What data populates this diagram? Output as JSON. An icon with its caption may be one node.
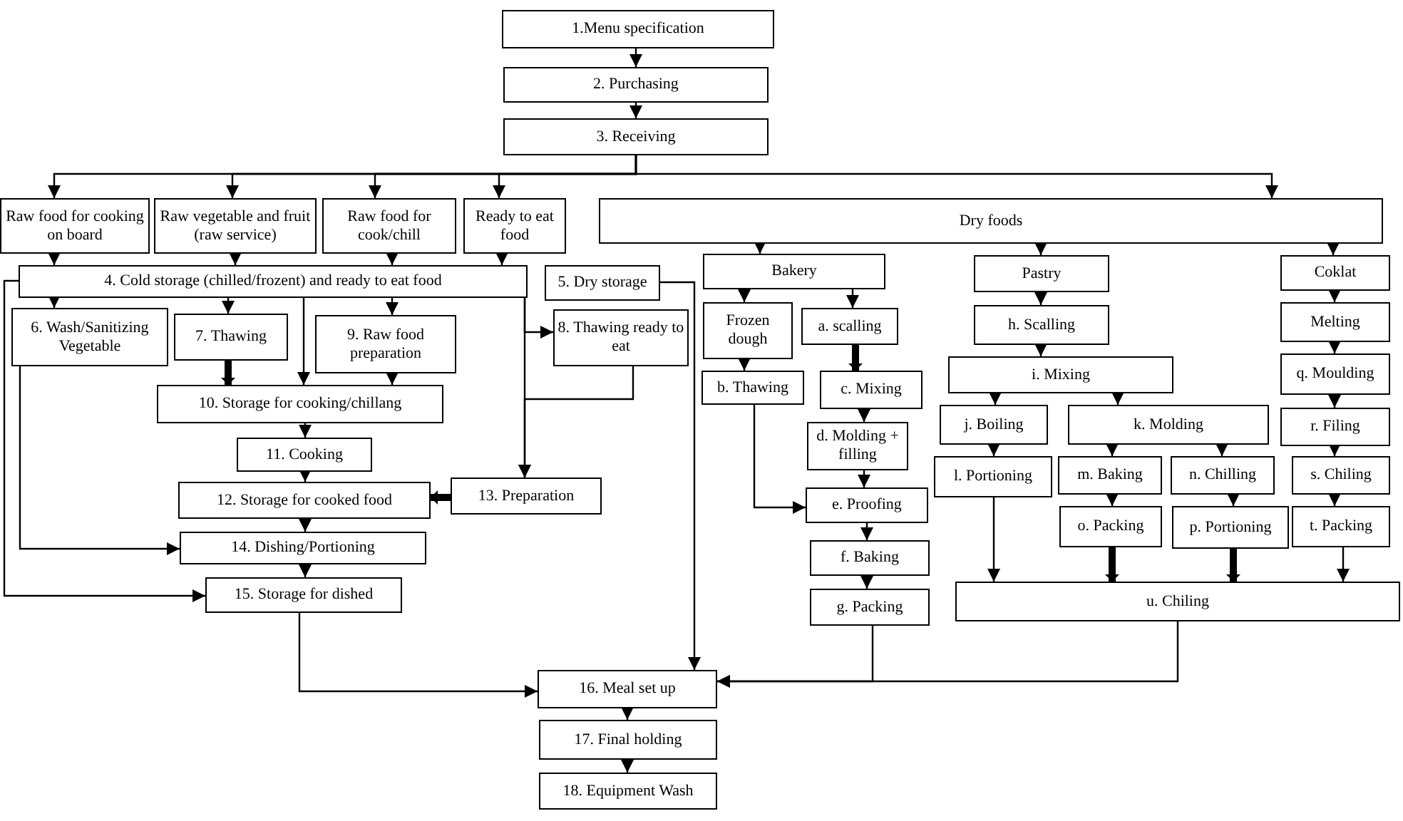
{
  "diagram": {
    "nodes": [
      {
        "text": [
          "1.Menu specification"
        ]
      },
      {
        "text": [
          "2. Purchasing"
        ]
      },
      {
        "text": [
          "3. Receiving"
        ]
      },
      {
        "text": [
          "Raw food for cooking on board"
        ]
      },
      {
        "text": [
          "Raw vegetable and fruit (raw service)"
        ]
      },
      {
        "text": [
          "Raw food for cook/chill"
        ]
      },
      {
        "text": [
          "Ready to eat food"
        ]
      },
      {
        "text": [
          "Dry foods"
        ]
      },
      {
        "text": [
          "4. Cold storage (chilled/frozent) and ready to eat food"
        ]
      },
      {
        "text": [
          "5. Dry storage"
        ]
      },
      {
        "text": [
          "Bakery"
        ]
      },
      {
        "text": [
          "Pastry"
        ]
      },
      {
        "text": [
          "Coklat"
        ]
      },
      {
        "text": [
          "6. Wash/Sanitizing Vegetable"
        ]
      },
      {
        "text": [
          "7. Thawing"
        ]
      },
      {
        "text": [
          "9. Raw food preparation"
        ]
      },
      {
        "text": [
          "8. Thawing ready to eat"
        ]
      },
      {
        "text": [
          "Frozen dough"
        ]
      },
      {
        "text": [
          "a. scalling"
        ]
      },
      {
        "text": [
          "h. Scalling"
        ]
      },
      {
        "text": [
          "Melting"
        ]
      },
      {
        "text": [
          "10. Storage for cooking/chillang"
        ]
      },
      {
        "text": [
          "i. Mixing"
        ]
      },
      {
        "text": [
          "q. Moulding"
        ]
      },
      {
        "text": [
          "b. Thawing"
        ]
      },
      {
        "text": [
          "c. Mixing"
        ]
      },
      {
        "text": [
          "j. Boiling"
        ]
      },
      {
        "text": [
          "k. Molding"
        ]
      },
      {
        "text": [
          "r. Filing"
        ]
      },
      {
        "text": [
          "d. Molding + filling"
        ]
      },
      {
        "text": [
          "11. Cooking"
        ]
      },
      {
        "text": [
          "12. Storage for cooked food"
        ]
      },
      {
        "text": [
          "13. Preparation"
        ]
      },
      {
        "text": [
          "l. Portioning"
        ]
      },
      {
        "text": [
          "m.  Baking"
        ]
      },
      {
        "text": [
          "n. Chilling"
        ]
      },
      {
        "text": [
          "s. Chiling"
        ]
      },
      {
        "text": [
          "e. Proofing"
        ]
      },
      {
        "text": [
          "o. Packing"
        ]
      },
      {
        "text": [
          "p. Portioning"
        ]
      },
      {
        "text": [
          "t. Packing"
        ]
      },
      {
        "text": [
          "14. Dishing/Portioning"
        ]
      },
      {
        "text": [
          "f. Baking"
        ]
      },
      {
        "text": [
          "u. Chiling"
        ]
      },
      {
        "text": [
          "g. Packing"
        ]
      },
      {
        "text": [
          "15. Storage for dished"
        ]
      },
      {
        "text": [
          "16. Meal set up"
        ]
      },
      {
        "text": [
          "17. Final holding"
        ]
      },
      {
        "text": [
          "18. Equipment Wash"
        ]
      }
    ],
    "edges": [
      {
        "from": 0,
        "to": 1,
        "arrow": "to"
      },
      {
        "from": 1,
        "to": 2,
        "arrow": "to"
      },
      {
        "from": 2,
        "to": 3,
        "arrow": "to"
      },
      {
        "from": 2,
        "to": 4,
        "arrow": "to"
      },
      {
        "from": 2,
        "to": 5,
        "arrow": "to"
      },
      {
        "from": 2,
        "to": 6,
        "arrow": "to"
      },
      {
        "from": 2,
        "to": 7,
        "arrow": "to"
      },
      {
        "from": 3,
        "to": 8,
        "arrow": "to"
      },
      {
        "from": 4,
        "to": 8,
        "arrow": "to"
      },
      {
        "from": 5,
        "to": 8,
        "arrow": "to"
      },
      {
        "from": 6,
        "to": 8,
        "arrow": "to"
      },
      {
        "from": 8,
        "to": 13,
        "arrow": "to"
      },
      {
        "from": 8,
        "to": 14,
        "arrow": "to"
      },
      {
        "from": 8,
        "to": 15,
        "arrow": "to"
      },
      {
        "from": 8,
        "to": 21,
        "arrow": "to"
      },
      {
        "from": 8,
        "to": 16,
        "arrow": "to"
      },
      {
        "from": 8,
        "to": 32,
        "arrow": "to"
      },
      {
        "from": 16,
        "to": 32,
        "arrow": "to"
      },
      {
        "from": 8,
        "to": 45,
        "arrow": "to"
      },
      {
        "from": 13,
        "to": 41,
        "arrow": "to"
      },
      {
        "from": 14,
        "to": 21,
        "arrow": "to",
        "style": "thick"
      },
      {
        "from": 15,
        "to": 21,
        "arrow": "to"
      },
      {
        "from": 21,
        "to": 30,
        "arrow": "to"
      },
      {
        "from": 30,
        "to": 31,
        "arrow": "to"
      },
      {
        "from": 32,
        "to": 31,
        "arrow": "to",
        "style": "thick"
      },
      {
        "from": 31,
        "to": 41,
        "arrow": "to"
      },
      {
        "from": 41,
        "to": 45,
        "arrow": "to"
      },
      {
        "from": 45,
        "to": 46,
        "arrow": "to"
      },
      {
        "from": 9,
        "to": 46,
        "arrow": "to"
      },
      {
        "from": 46,
        "to": 47,
        "arrow": "to"
      },
      {
        "from": 47,
        "to": 48,
        "arrow": "to"
      },
      {
        "from": 7,
        "to": 10,
        "arrow": "to"
      },
      {
        "from": 7,
        "to": 11,
        "arrow": "to"
      },
      {
        "from": 7,
        "to": 12,
        "arrow": "to"
      },
      {
        "from": 10,
        "to": 17,
        "arrow": "to"
      },
      {
        "from": 10,
        "to": 18,
        "arrow": "to"
      },
      {
        "from": 17,
        "to": 24,
        "arrow": "to"
      },
      {
        "from": 18,
        "to": 25,
        "arrow": "to",
        "style": "thick"
      },
      {
        "from": 25,
        "to": 29,
        "arrow": "to"
      },
      {
        "from": 29,
        "to": 37,
        "arrow": "to"
      },
      {
        "from": 37,
        "to": 42,
        "arrow": "to"
      },
      {
        "from": 42,
        "to": 44,
        "arrow": "to"
      },
      {
        "from": 24,
        "to": 37,
        "arrow": "to"
      },
      {
        "from": 44,
        "to": 46,
        "arrow": "to"
      },
      {
        "from": 43,
        "to": 46,
        "arrow": "to"
      },
      {
        "from": 11,
        "to": 19,
        "arrow": "to"
      },
      {
        "from": 19,
        "to": 22,
        "arrow": "to"
      },
      {
        "from": 22,
        "to": 26,
        "arrow": "to"
      },
      {
        "from": 22,
        "to": 27,
        "arrow": "to"
      },
      {
        "from": 26,
        "to": 33,
        "arrow": "to"
      },
      {
        "from": 27,
        "to": 34,
        "arrow": "to"
      },
      {
        "from": 27,
        "to": 35,
        "arrow": "to"
      },
      {
        "from": 34,
        "to": 38,
        "arrow": "to"
      },
      {
        "from": 35,
        "to": 39,
        "arrow": "to"
      },
      {
        "from": 33,
        "to": 43,
        "arrow": "to"
      },
      {
        "from": 38,
        "to": 43,
        "arrow": "to",
        "style": "thick"
      },
      {
        "from": 39,
        "to": 43,
        "arrow": "to",
        "style": "thick"
      },
      {
        "from": 40,
        "to": 43,
        "arrow": "to"
      },
      {
        "from": 12,
        "to": 20,
        "arrow": "to"
      },
      {
        "from": 20,
        "to": 23,
        "arrow": "to"
      },
      {
        "from": 23,
        "to": 28,
        "arrow": "to"
      },
      {
        "from": 28,
        "to": 36,
        "arrow": "to"
      },
      {
        "from": 36,
        "to": 40,
        "arrow": "to"
      }
    ]
  }
}
